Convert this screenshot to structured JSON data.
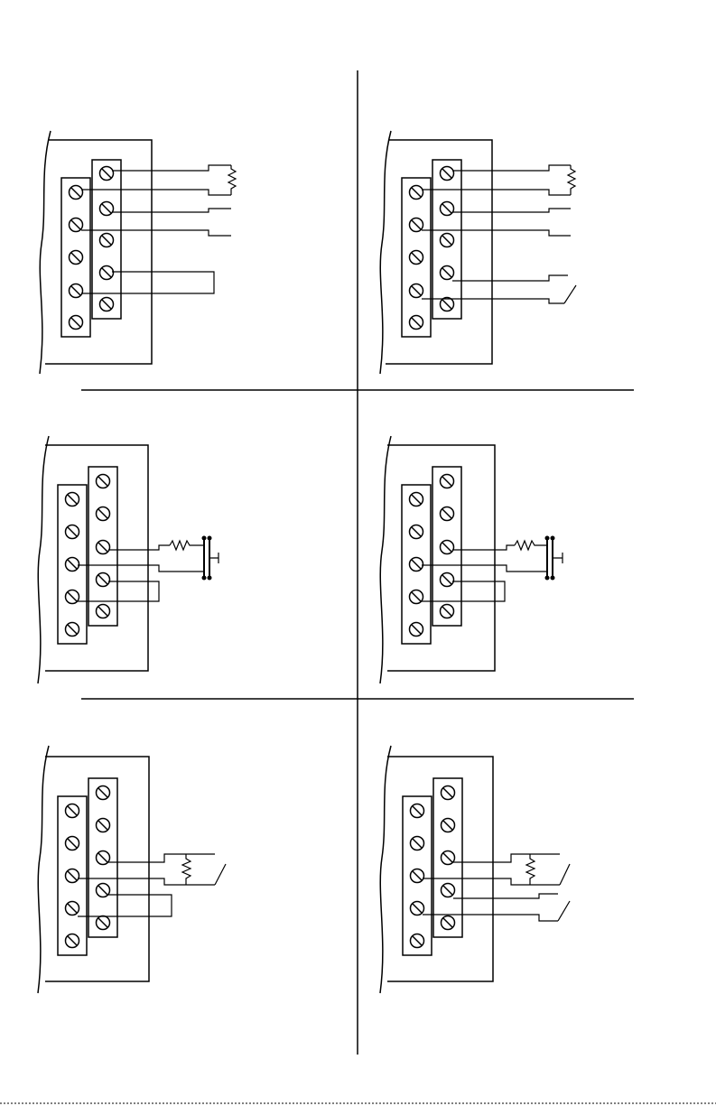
{
  "diagram": {
    "panels": [
      {
        "id": "top-left",
        "circuit": "resistor-and-two-leads-with-jumper"
      },
      {
        "id": "top-right",
        "circuit": "resistor-and-two-leads-with-switch"
      },
      {
        "id": "middle-left",
        "circuit": "resistor-and-pushbutton-with-jumper"
      },
      {
        "id": "middle-right",
        "circuit": "resistor-and-pushbutton-with-jumper"
      },
      {
        "id": "bottom-left",
        "circuit": "resistor-switch-with-jumper"
      },
      {
        "id": "bottom-right",
        "circuit": "resistor-switch-and-second-switch"
      }
    ],
    "colors": {
      "ink": "#000000",
      "paper": "#ffffff"
    }
  }
}
